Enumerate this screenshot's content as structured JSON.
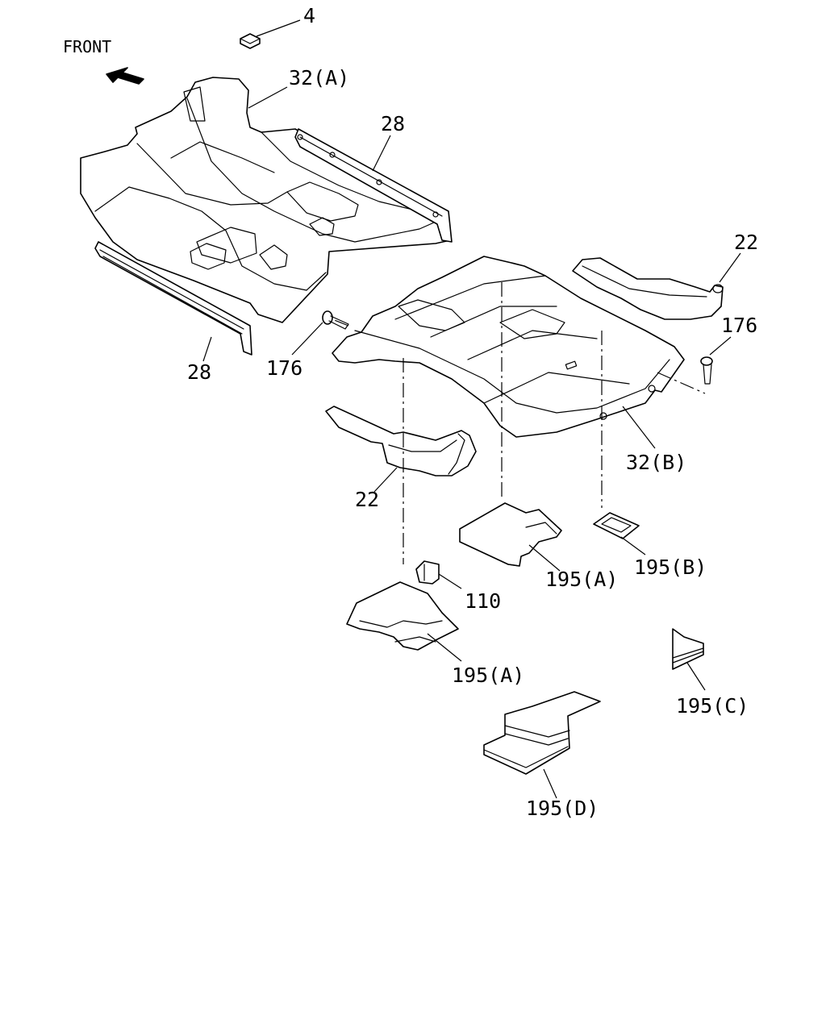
{
  "direction": {
    "label": "FRONT",
    "icon": "front-arrow-icon"
  },
  "callouts": {
    "c4": "4",
    "c32a": "32(A)",
    "c28_top": "28",
    "c28_bottom": "28",
    "c22_right": "22",
    "c22_left": "22",
    "c176_left": "176",
    "c176_right": "176",
    "c32b": "32(B)",
    "c195a_upper": "195(A)",
    "c195b": "195(B)",
    "c110": "110",
    "c195a_lower": "195(A)",
    "c195c": "195(C)",
    "c195d": "195(D)"
  },
  "parts": [
    {
      "number": "4",
      "icon": "clip-icon"
    },
    {
      "number": "32(A)",
      "icon": "front-floor-carpet-icon"
    },
    {
      "number": "28",
      "icon": "sill-plate-strip-icon"
    },
    {
      "number": "22",
      "icon": "rear-wheelhouse-insulator-icon"
    },
    {
      "number": "176",
      "icon": "push-rivet-icon"
    },
    {
      "number": "32(B)",
      "icon": "rear-floor-carpet-icon"
    },
    {
      "number": "195(A)",
      "icon": "insulator-pad-icon"
    },
    {
      "number": "195(B)",
      "icon": "grommet-pad-icon"
    },
    {
      "number": "110",
      "icon": "retainer-icon"
    },
    {
      "number": "195(C)",
      "icon": "corner-pad-icon"
    },
    {
      "number": "195(D)",
      "icon": "stepped-pad-icon"
    }
  ]
}
